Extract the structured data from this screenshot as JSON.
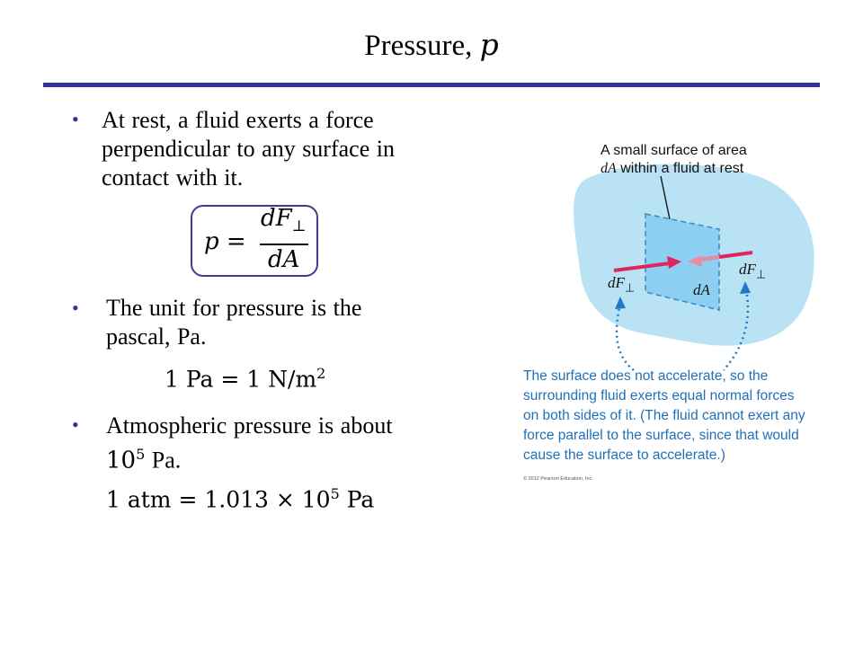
{
  "slide": {
    "title": "Pressure,",
    "title_var": "p"
  },
  "bullets": [
    {
      "text_lines": [
        "At rest, a fluid exerts a force",
        "perpendicular to any surface in",
        "contact with it."
      ]
    },
    {
      "text_lines": [
        "The unit for pressure is the",
        "pascal, Pa."
      ]
    },
    {
      "text_lines": [
        "Atmospheric pressure is about"
      ],
      "tail_prefix": "10",
      "tail_sup": "5",
      "tail_suffix": " Pa."
    }
  ],
  "formula": {
    "lhs": "p =",
    "numerator": "dF",
    "numerator_sub": "⊥",
    "denominator": "dA"
  },
  "unit_eq": {
    "text": "1 Pa = 1 N/m",
    "sup": "2"
  },
  "atm_eq": {
    "text": "1 atm = 1.013 × 10",
    "sup": "5",
    "suffix": " Pa"
  },
  "figure": {
    "top_label_line1": "A small surface of area",
    "top_label_line2": "within a fluid at rest",
    "top_label_var": "dA",
    "surface_label": "dA",
    "force_label_left": "dF",
    "force_label_right": "dF",
    "force_sub": "⊥",
    "caption_lines": [
      "The surface does not accelerate, so the",
      "surrounding fluid exerts equal normal forces",
      "on both sides of it. (The fluid cannot exert any",
      "force parallel to the surface, since that would",
      "cause the surface to accelerate.)"
    ],
    "copyright": "© 2012 Pearson Education, Inc.",
    "colors": {
      "fluid": "#b9e3f5",
      "surface": "#8ccff0",
      "arrow": "#e0245e",
      "caption": "#1f70b8",
      "dotted": "#1f78c8"
    }
  },
  "colors": {
    "rule": "#333399",
    "bullet": "#333399",
    "box_border": "#3d3d8f"
  }
}
